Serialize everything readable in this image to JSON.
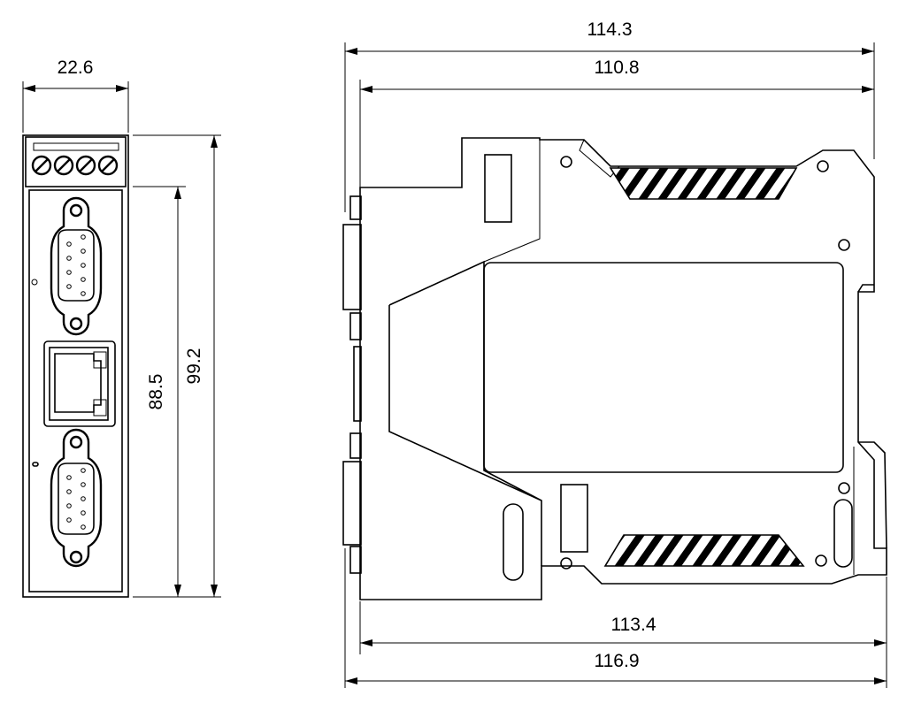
{
  "dimensions": {
    "front_width": "22.6",
    "front_inner_height": "88.5",
    "front_total_height": "99.2",
    "side_top_outer": "114.3",
    "side_top_inner": "110.8",
    "side_bottom_inner": "113.4",
    "side_bottom_outer": "116.9"
  }
}
